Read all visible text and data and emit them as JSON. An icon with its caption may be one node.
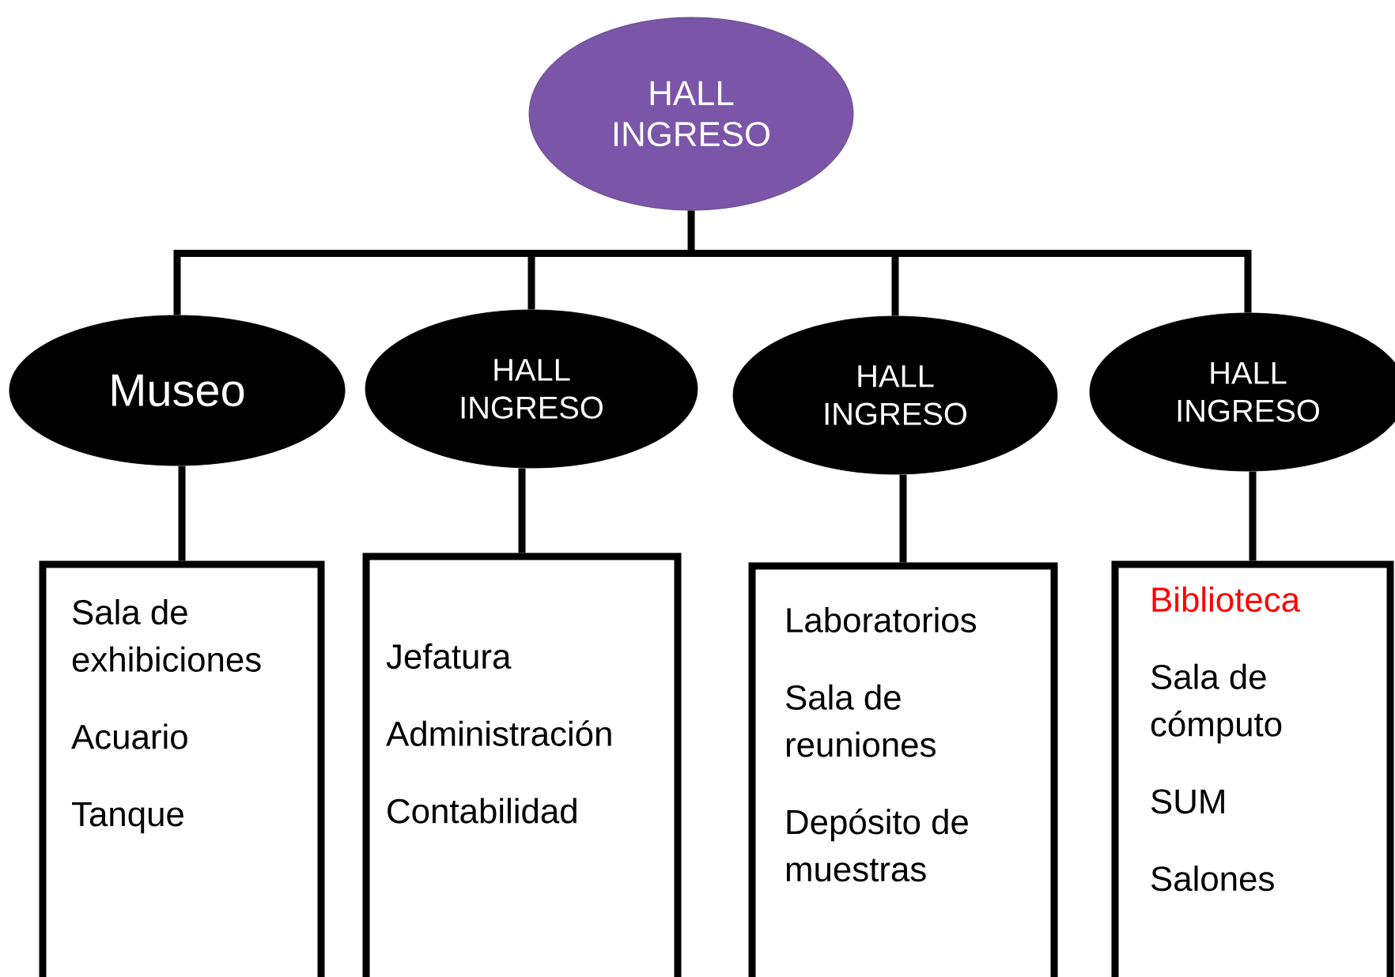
{
  "diagram": {
    "nodes": [
      {
        "text": [
          "HALL INGRESO"
        ]
      },
      {
        "text": [
          "Museo"
        ]
      },
      {
        "text": [
          "HALL INGRESO"
        ]
      },
      {
        "text": [
          "HALL INGRESO"
        ]
      },
      {
        "text": [
          "HALL INGRESO"
        ]
      },
      {
        "text": [
          "Sala de exhibiciones",
          "Acuario",
          "Tanque"
        ]
      },
      {
        "text": [
          "Jefatura",
          "Administración",
          "Contabilidad"
        ]
      },
      {
        "text": [
          "Laboratorios",
          "Sala de reuniones",
          "Depósito de muestras"
        ]
      },
      {
        "text": [
          "Biblioteca",
          "Sala de cómputo",
          "SUM",
          "Salones"
        ]
      }
    ],
    "edges": [
      {
        "from": 0,
        "to": 1,
        "arrow": "none"
      },
      {
        "from": 0,
        "to": 2,
        "arrow": "none"
      },
      {
        "from": 0,
        "to": 3,
        "arrow": "none"
      },
      {
        "from": 0,
        "to": 4,
        "arrow": "none"
      },
      {
        "from": 1,
        "to": 5,
        "arrow": "none"
      },
      {
        "from": 2,
        "to": 6,
        "arrow": "none"
      },
      {
        "from": 3,
        "to": 7,
        "arrow": "none"
      },
      {
        "from": 4,
        "to": 8,
        "arrow": "none"
      }
    ]
  }
}
